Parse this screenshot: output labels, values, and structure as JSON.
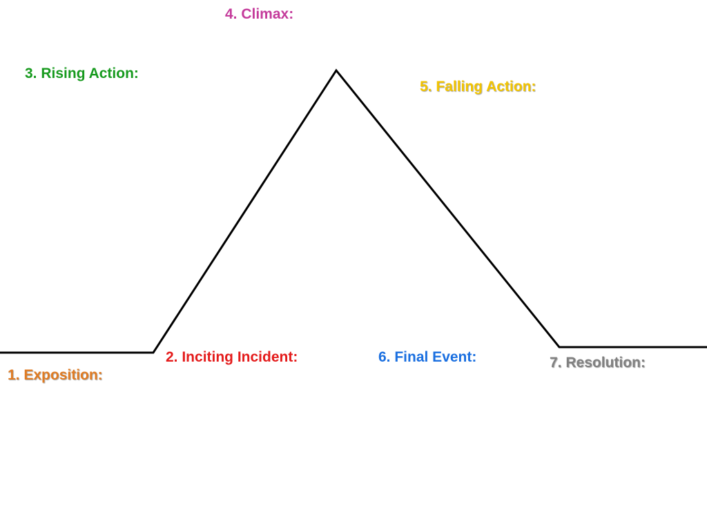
{
  "labels": {
    "exposition": "1. Exposition:",
    "inciting_incident": "2. Inciting Incident:",
    "rising_action": "3. Rising Action:",
    "climax": "4. Climax:",
    "falling_action": "5. Falling Action:",
    "final_event": "6. Final Event:",
    "resolution": "7. Resolution:"
  },
  "colors": {
    "exposition": "#e07b22",
    "inciting_incident": "#e41b1b",
    "rising_action": "#179a1e",
    "climax": "#c43b9b",
    "falling_action": "#f2c400",
    "final_event": "#1a6fe0",
    "resolution": "#808080",
    "line": "#000000",
    "background": "#ffffff"
  }
}
